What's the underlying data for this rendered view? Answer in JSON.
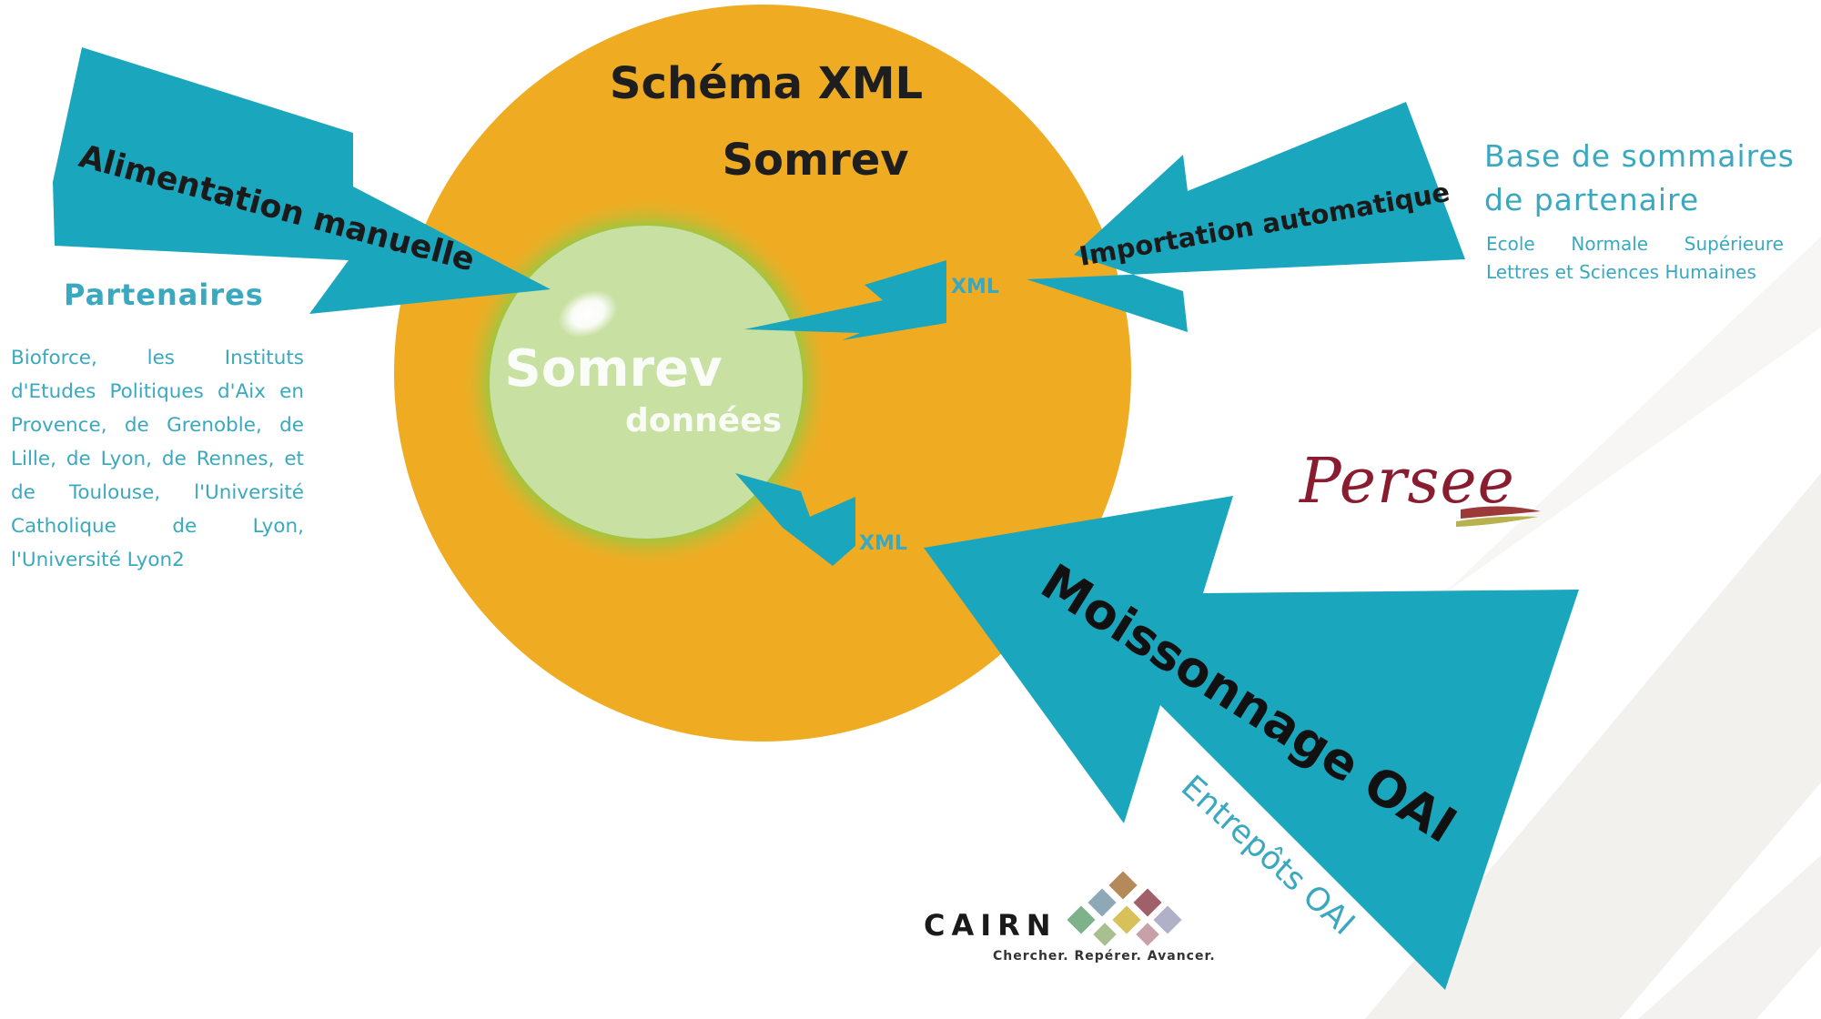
{
  "colors": {
    "accent": "#1aa6bd",
    "text_teal": "#3aa9bf",
    "circle": "#efac23",
    "core": "#c6deA0",
    "persee": "#8a1c30"
  },
  "diagram": {
    "schema_title_line1": "Schéma XML",
    "schema_title_line2": "Somrev",
    "core_title": "Somrev",
    "core_subtitle": "données",
    "xml_label_top": "XML",
    "xml_label_bottom": "XML"
  },
  "arrows": {
    "manual": "Alimentation manuelle",
    "auto_import": "Importation automatique",
    "oai_harvest": "Moissonnage OAI",
    "oai_repos": "Entrepôts OAI"
  },
  "partners": {
    "title": "Partenaires",
    "text": "Bioforce, les Instituts d'Etudes Politiques d'Aix en Provence, de Grenoble, de Lille, de Lyon, de Rennes, et de Toulouse, l'Université Catholique de Lyon, l'Université Lyon2"
  },
  "partner_base": {
    "title_line1": "Base de sommaires",
    "title_line2": "de partenaire",
    "sub_line1": "Ecole Normale Supérieure",
    "sub_line2": "Lettres et Sciences Humaines"
  },
  "logos": {
    "persee": "Persee",
    "cairn_name": "CAIRN",
    "cairn_tagline": "Chercher. Repérer. Avancer."
  }
}
